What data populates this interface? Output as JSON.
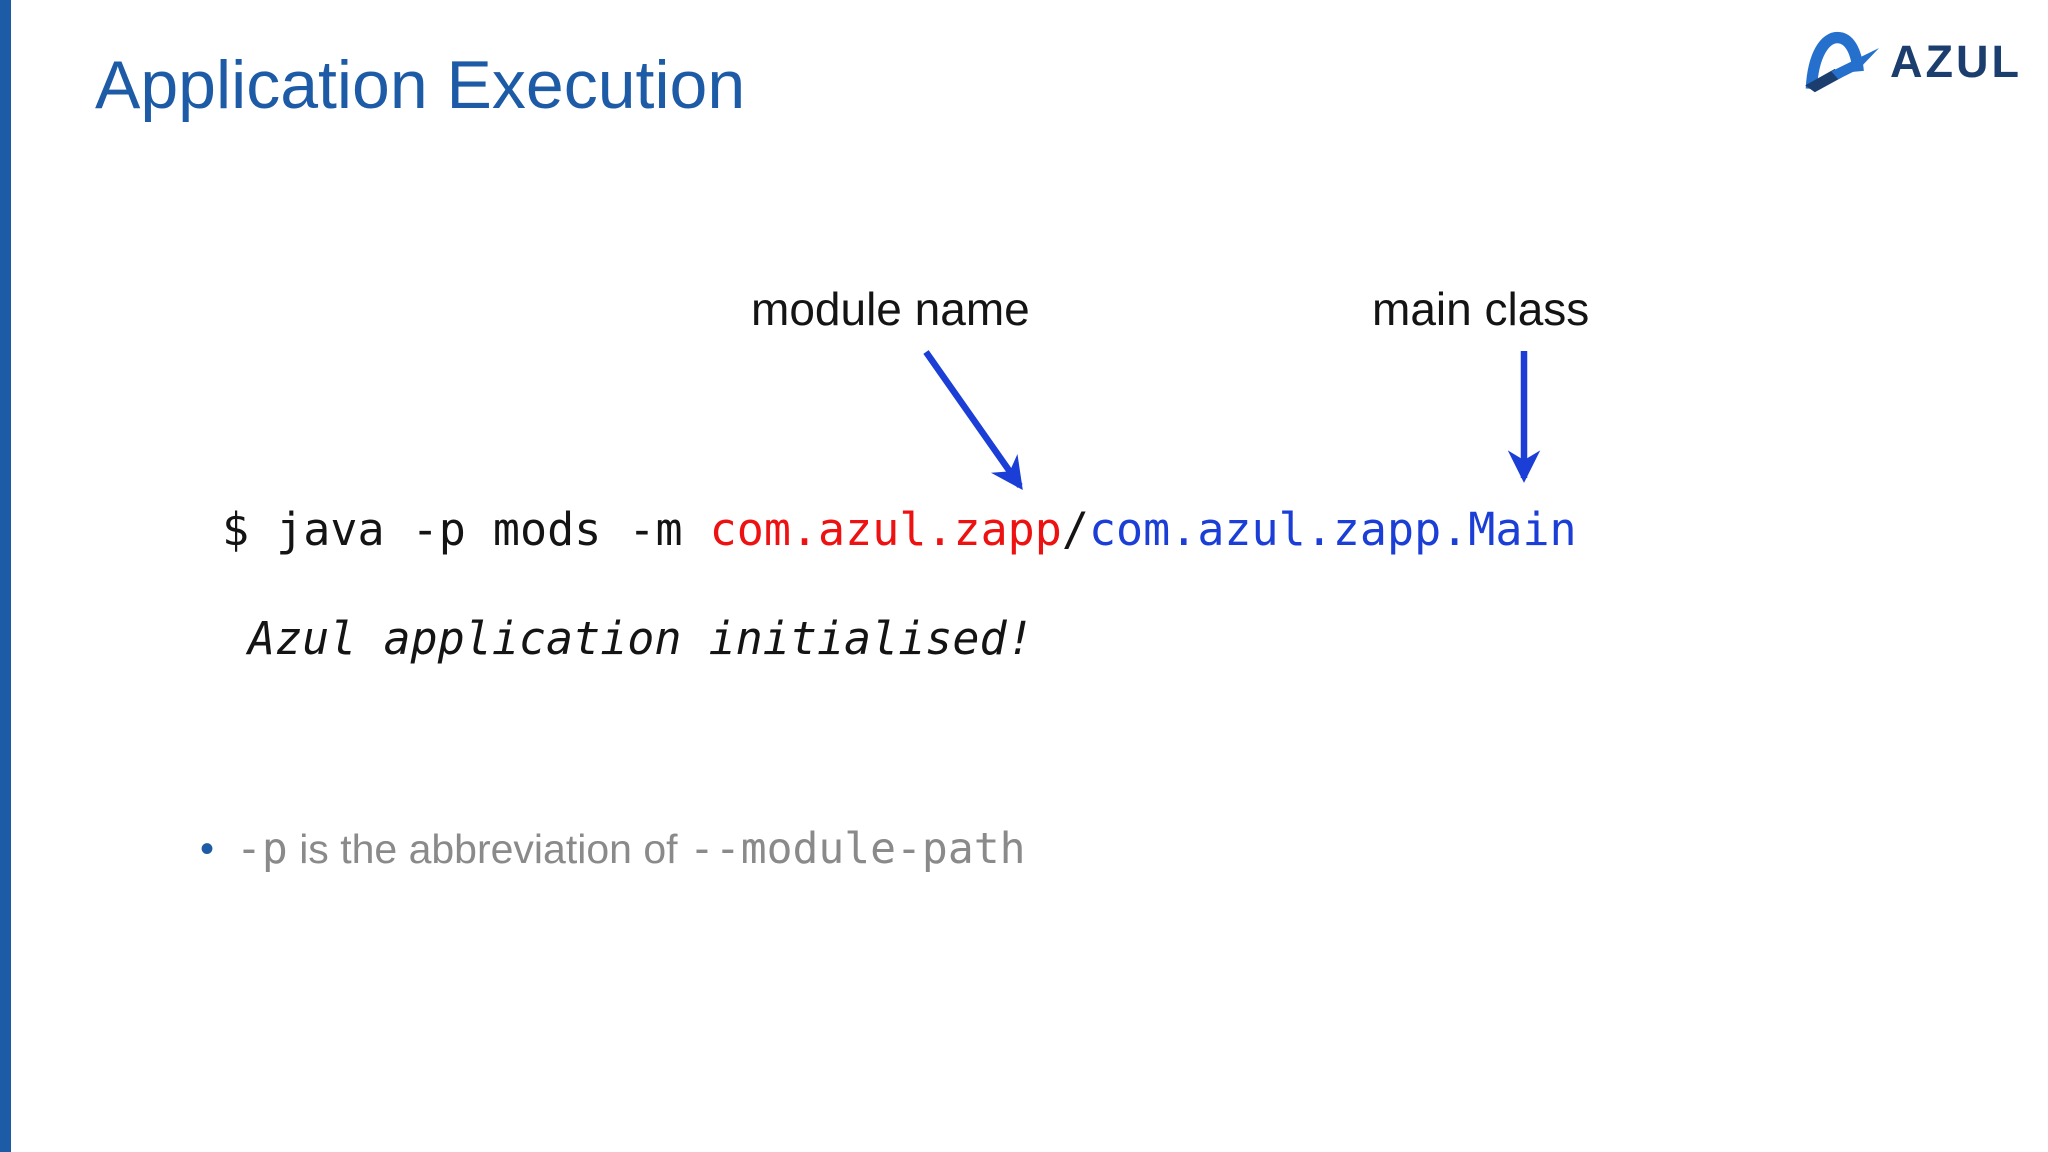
{
  "slide": {
    "title": "Application Execution",
    "logo": {
      "brand": "AZUL"
    },
    "callouts": {
      "module_name_label": "module name",
      "main_class_label": "main class"
    },
    "command": {
      "prompt": "$ java -p mods -m ",
      "module_name": "com.azul.zapp",
      "separator": "/",
      "main_class": "com.azul.zapp.Main"
    },
    "output": "Azul application initialised!",
    "bullet": {
      "glyph": "•",
      "code_before": "-p",
      "text": " is the abbreviation of ",
      "code_after": "--module-path"
    },
    "colors": {
      "accent_blue": "#1d5ba7",
      "arrow_blue": "#1a3ed6",
      "code_red": "#ee1111",
      "code_blue": "#1a3ed6",
      "muted_gray": "#8a8a8a",
      "logo_navy": "#1c3e6e",
      "logo_blue": "#2570cc"
    }
  }
}
